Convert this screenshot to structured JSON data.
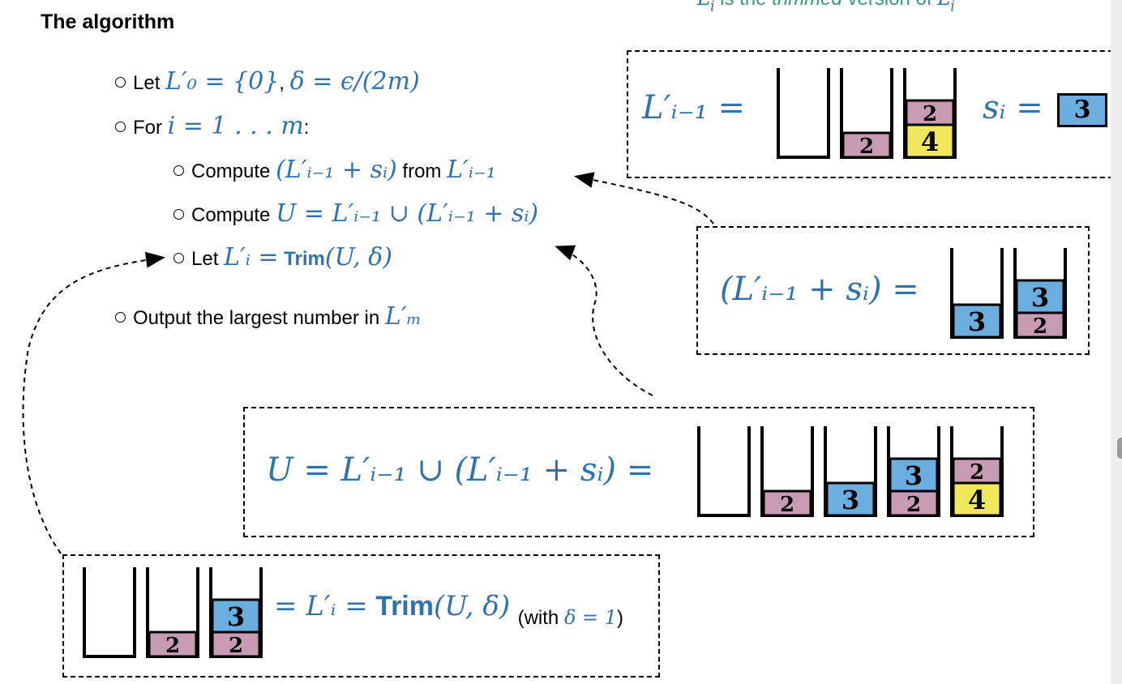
{
  "header": {
    "title": "The algorithm",
    "note_prefix": "L",
    "note_text": "is the",
    "note_italic": "trimmed",
    "note_text2": "version of",
    "note_suffix": "L"
  },
  "algorithm": {
    "line1": {
      "word": "Let",
      "math": "L′₀ = {0}",
      "sep": ",",
      "math2": "δ = ϵ/(2m)"
    },
    "line2": {
      "word": "For",
      "math": "i = 1 . . . m",
      "suffix": ":"
    },
    "line3": {
      "word": "Compute",
      "math": "(L′ᵢ₋₁ + sᵢ)",
      "mid": "from",
      "math2": "L′ᵢ₋₁"
    },
    "line4": {
      "word": "Compute",
      "math": "U = L′ᵢ₋₁ ∪ (L′ᵢ₋₁ + sᵢ)"
    },
    "line5": {
      "word": "Let",
      "math": "L′ᵢ =",
      "trim": "Trim",
      "math2": "(U, δ)"
    },
    "line6": {
      "word": "Output the largest number in",
      "math": "L′ₘ"
    }
  },
  "box_prev": {
    "lhs": "L′ᵢ₋₁ =",
    "si_label": "sᵢ =",
    "si_value": "3"
  },
  "box_plus": {
    "lhs": "(L′ᵢ₋₁ + sᵢ) ="
  },
  "box_union": {
    "lhs": "U = L′ᵢ₋₁ ∪ (L′ᵢ₋₁ + sᵢ) ="
  },
  "box_trim": {
    "eq": "= L′ᵢ =",
    "trim": "Trim",
    "args": "(U, δ)",
    "note_open": "(with",
    "note_math": "δ = 1",
    "note_close": ")"
  },
  "colors": {
    "c2": "#c99ab4",
    "c3": "#6aaee0",
    "c4": "#f0e85a",
    "math": "#2e72b0",
    "note": "#3a9a7a"
  },
  "stacks": {
    "prev": [
      [],
      [
        "2"
      ],
      [
        "2",
        "4"
      ]
    ],
    "plus": [
      [
        "3"
      ],
      [
        "3",
        "2"
      ]
    ],
    "union": [
      [],
      [
        "2"
      ],
      [
        "3"
      ],
      [
        "3",
        "2"
      ],
      [
        "2",
        "4"
      ]
    ],
    "trim": [
      [],
      [
        "2"
      ],
      [
        "3",
        "2"
      ]
    ]
  }
}
